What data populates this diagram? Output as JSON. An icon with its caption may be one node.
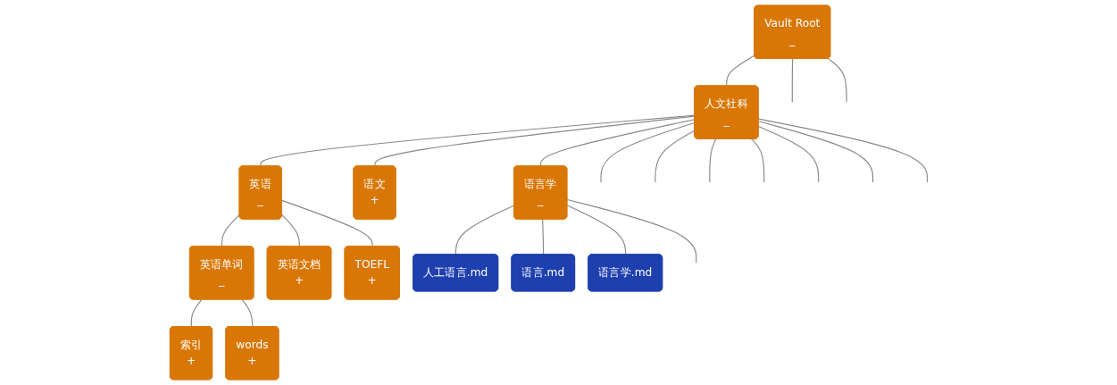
{
  "diagram": {
    "nodes": [
      {
        "text": [
          "Vault Root",
          "_"
        ]
      },
      {
        "text": [
          "人文社科",
          "_"
        ]
      },
      {
        "text": [
          "英语",
          "_"
        ]
      },
      {
        "text": [
          "语文",
          "+"
        ]
      },
      {
        "text": [
          "语言学",
          "_"
        ]
      },
      {
        "text": [
          "英语单词",
          "_"
        ]
      },
      {
        "text": [
          "英语文档",
          "+"
        ]
      },
      {
        "text": [
          "TOEFL",
          "+"
        ]
      },
      {
        "text": [
          "人工语言.md"
        ]
      },
      {
        "text": [
          "语言.md"
        ]
      },
      {
        "text": [
          "语言学.md"
        ]
      },
      {
        "text": [
          "索引",
          "+"
        ]
      },
      {
        "text": [
          "words",
          "+"
        ]
      }
    ],
    "edges": [
      {
        "from": 0,
        "to": 1,
        "arrow": "none"
      },
      {
        "from": 0,
        "to": null,
        "arrow": "none"
      },
      {
        "from": 0,
        "to": null,
        "arrow": "none"
      },
      {
        "from": 1,
        "to": null,
        "arrow": "none"
      },
      {
        "from": 1,
        "to": null,
        "arrow": "none"
      },
      {
        "from": 1,
        "to": null,
        "arrow": "none"
      },
      {
        "from": 1,
        "to": null,
        "arrow": "none"
      },
      {
        "from": 1,
        "to": 2,
        "arrow": "none"
      },
      {
        "from": 1,
        "to": 3,
        "arrow": "none"
      },
      {
        "from": 1,
        "to": 4,
        "arrow": "none"
      },
      {
        "from": 1,
        "to": null,
        "arrow": "none"
      },
      {
        "from": 1,
        "to": null,
        "arrow": "none"
      },
      {
        "from": 1,
        "to": null,
        "arrow": "none"
      },
      {
        "from": 2,
        "to": 5,
        "arrow": "none"
      },
      {
        "from": 2,
        "to": 6,
        "arrow": "none"
      },
      {
        "from": 2,
        "to": 7,
        "arrow": "none"
      },
      {
        "from": 4,
        "to": 8,
        "arrow": "none"
      },
      {
        "from": 4,
        "to": 9,
        "arrow": "none"
      },
      {
        "from": 4,
        "to": 10,
        "arrow": "none"
      },
      {
        "from": 4,
        "to": null,
        "arrow": "none"
      },
      {
        "from": 5,
        "to": 11,
        "arrow": "none"
      },
      {
        "from": 5,
        "to": 12,
        "arrow": "none"
      }
    ]
  }
}
